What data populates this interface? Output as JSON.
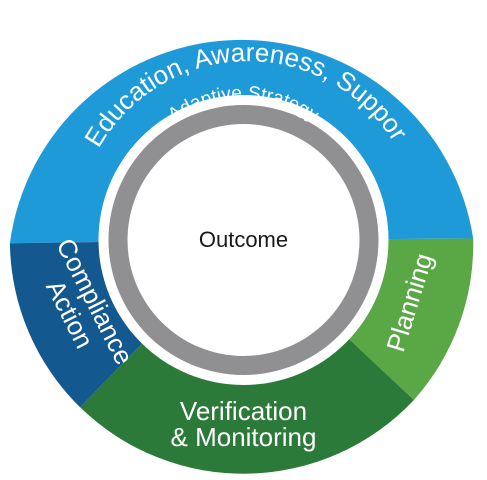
{
  "diagram": {
    "center_label": "Outcome",
    "inner_ring_label": "Adaptive Strategy",
    "segments": [
      {
        "id": "education",
        "label": "Education, Awareness, Support",
        "color": "#1f9ad8"
      },
      {
        "id": "planning",
        "label": "Planning",
        "color": "#5aa746"
      },
      {
        "id": "verification",
        "label_line1": "Verification",
        "label_line2": "& Monitoring",
        "color": "#2c7a3a"
      },
      {
        "id": "compliance",
        "label_line1": "Compliance",
        "label_line2": "Action",
        "color": "#145890"
      }
    ],
    "inner_ring_color": "#909093",
    "center_color": "#ffffff"
  }
}
